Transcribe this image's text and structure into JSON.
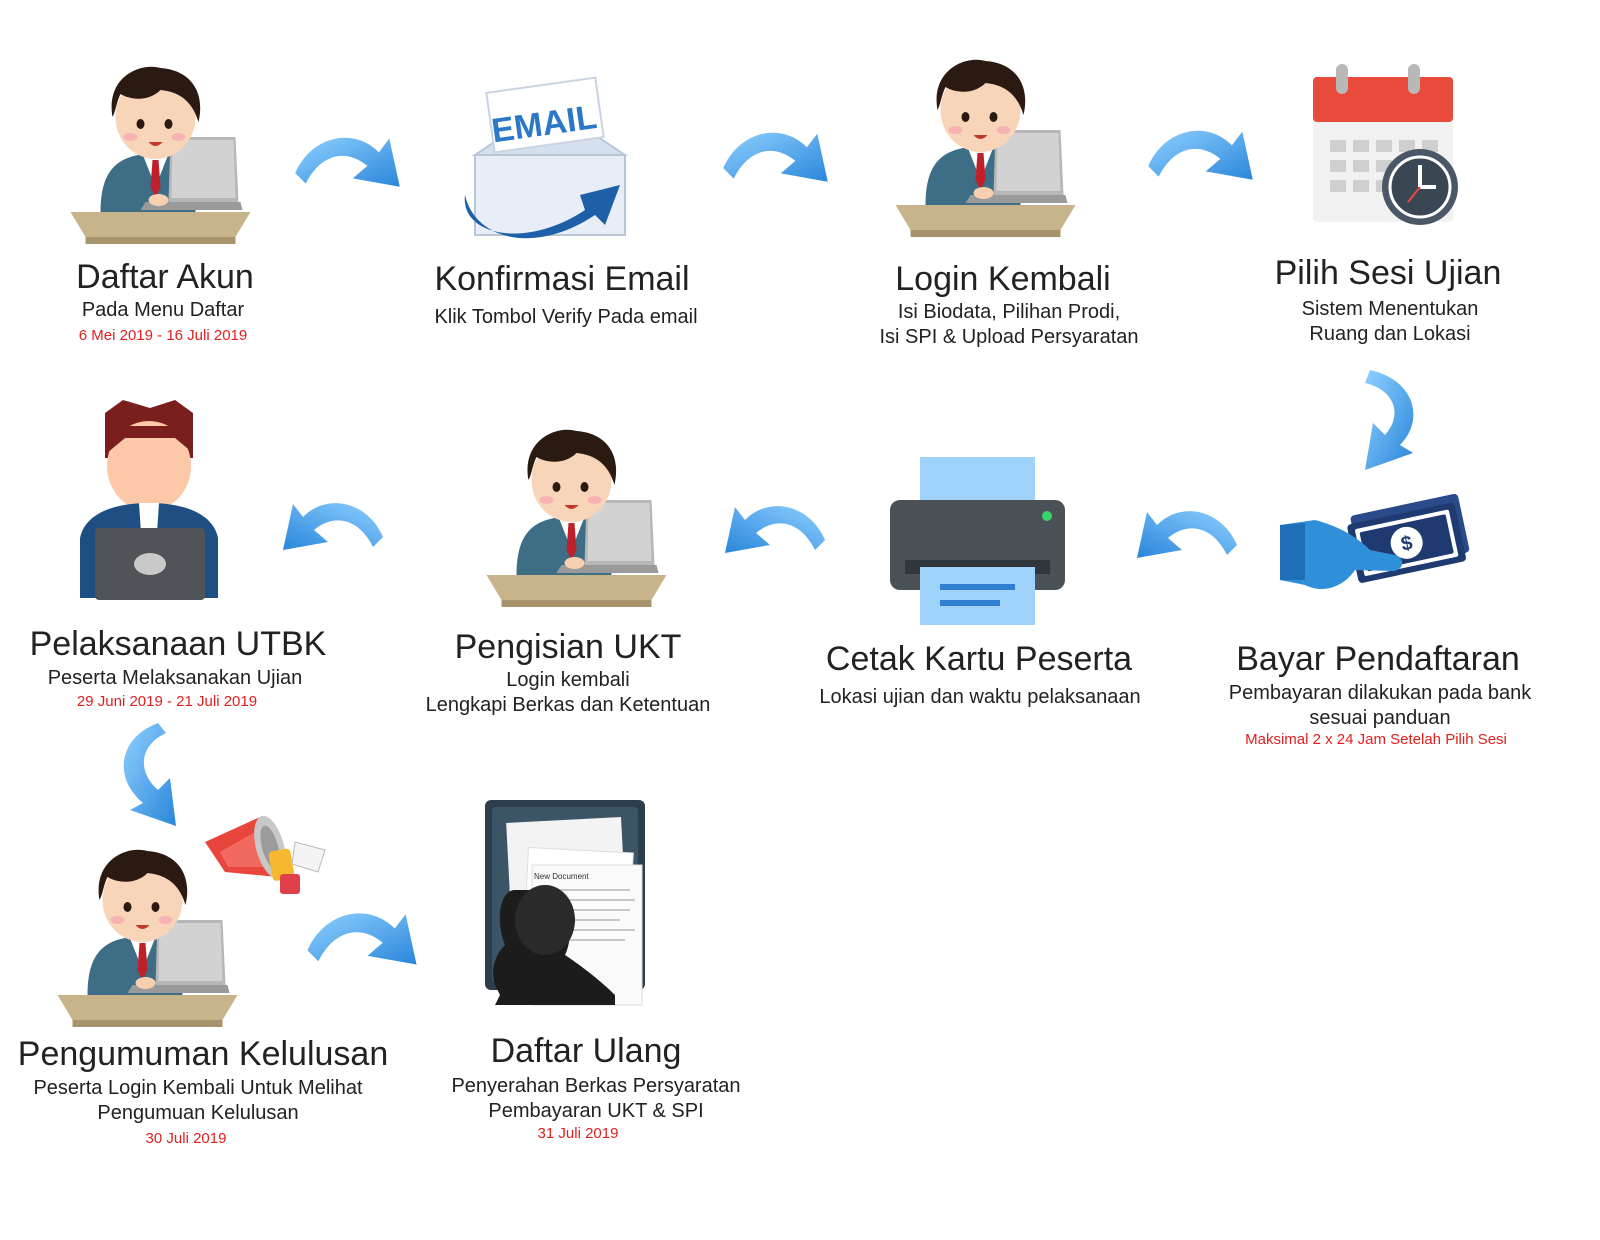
{
  "colors": {
    "date_red": "#e02020",
    "arrow_blue": "#3a9be6",
    "text": "#222222"
  },
  "steps": [
    {
      "id": "daftar-akun",
      "icon": "person-laptop-icon",
      "title": "Daftar Akun",
      "lines": [
        "Pada Menu Daftar"
      ],
      "date": "6 Mei 2019 - 16 Juli 2019"
    },
    {
      "id": "konfirmasi-email",
      "icon": "email-envelope-icon",
      "title": "Konfirmasi Email",
      "lines": [
        "Klik Tombol Verify Pada email"
      ],
      "date": "",
      "email_label": "EMAIL"
    },
    {
      "id": "login-kembali",
      "icon": "person-laptop-icon",
      "title": "Login Kembali",
      "lines": [
        "Isi Biodata, Pilihan Prodi,",
        "Isi SPI & Upload Persyaratan"
      ],
      "date": ""
    },
    {
      "id": "pilih-sesi",
      "icon": "calendar-clock-icon",
      "title": "Pilih Sesi Ujian",
      "lines": [
        "Sistem Menentukan",
        "Ruang dan Lokasi"
      ],
      "date": ""
    },
    {
      "id": "bayar-pendaftaran",
      "icon": "hand-money-icon",
      "title": "Bayar Pendaftaran",
      "lines": [
        "Pembayaran dilakukan pada bank",
        "sesuai panduan"
      ],
      "date": "Maksimal 2 x 24 Jam Setelah Pilih Sesi"
    },
    {
      "id": "cetak-kartu",
      "icon": "printer-icon",
      "title": "Cetak Kartu Peserta",
      "lines": [
        "Lokasi ujian dan waktu pelaksanaan"
      ],
      "date": ""
    },
    {
      "id": "pengisian-ukt",
      "icon": "person-laptop-icon",
      "title": "Pengisian UKT",
      "lines": [
        "Login kembali",
        "Lengkapi Berkas dan Ketentuan"
      ],
      "date": ""
    },
    {
      "id": "pelaksanaan-utbk",
      "icon": "person-laptop-flat-icon",
      "title": "Pelaksanaan UTBK",
      "lines": [
        "Peserta Melaksanakan Ujian"
      ],
      "date": "29 Juni 2019 - 21 Juli 2019"
    },
    {
      "id": "pengumuman",
      "icon": "person-laptop-icon",
      "title": "Pengumuman Kelulusan",
      "lines": [
        "Peserta Login Kembali Untuk Melihat",
        "Pengumuan Kelulusan"
      ],
      "date": "30 Juli 2019"
    },
    {
      "id": "daftar-ulang",
      "icon": "document-folder-icon",
      "title": "Daftar Ulang",
      "lines": [
        "Penyerahan Berkas Persyaratan",
        "Pembayaran UKT & SPI"
      ],
      "date": "31 Juli 2019",
      "doc_label": "New Document"
    }
  ]
}
